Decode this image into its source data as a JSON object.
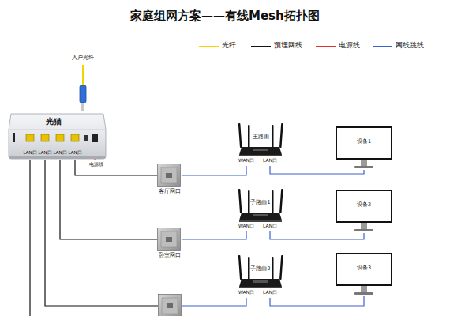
{
  "diagram": {
    "title": "家庭组网方案——有线Mesh拓扑图",
    "nodes": [
      {
        "text": [
          "光猫"
        ]
      },
      {
        "text": [
          "客厅网口"
        ]
      },
      {
        "text": [
          "主路由"
        ]
      },
      {
        "text": [
          "设备1"
        ]
      },
      {
        "text": [
          "卧室网口"
        ]
      },
      {
        "text": [
          "子路由1"
        ]
      },
      {
        "text": [
          "设备2"
        ]
      },
      {
        "text": []
      },
      {
        "text": [
          "子路由2"
        ]
      },
      {
        "text": [
          "设备3"
        ]
      }
    ],
    "edges": [
      {
        "from": 0,
        "to": 1,
        "arrow": "none"
      },
      {
        "from": 0,
        "to": 4,
        "arrow": "none"
      },
      {
        "from": 0,
        "to": 7,
        "arrow": "none"
      },
      {
        "from": 1,
        "to": 2,
        "arrow": "none"
      },
      {
        "from": 2,
        "to": 3,
        "arrow": "none"
      },
      {
        "from": 4,
        "to": 5,
        "arrow": "none"
      },
      {
        "from": 5,
        "to": 6,
        "arrow": "none"
      },
      {
        "from": 7,
        "to": 8,
        "arrow": "none"
      },
      {
        "from": 8,
        "to": 9,
        "arrow": "none"
      }
    ],
    "labels": [
      "入户光纤",
      "LAN口",
      "LAN口",
      "LAN口",
      "LAN口",
      "电源线",
      "WAN口",
      "LAN口",
      "WAN口",
      "LAN口",
      "WAN口",
      "LAN口"
    ],
    "legend": [
      {
        "text": "光纤",
        "color": "#f2d400"
      },
      {
        "text": "预埋网线",
        "color": "#111111"
      },
      {
        "text": "电源线",
        "color": "#e03030"
      },
      {
        "text": "网线跳线",
        "color": "#3a62d0"
      }
    ]
  }
}
